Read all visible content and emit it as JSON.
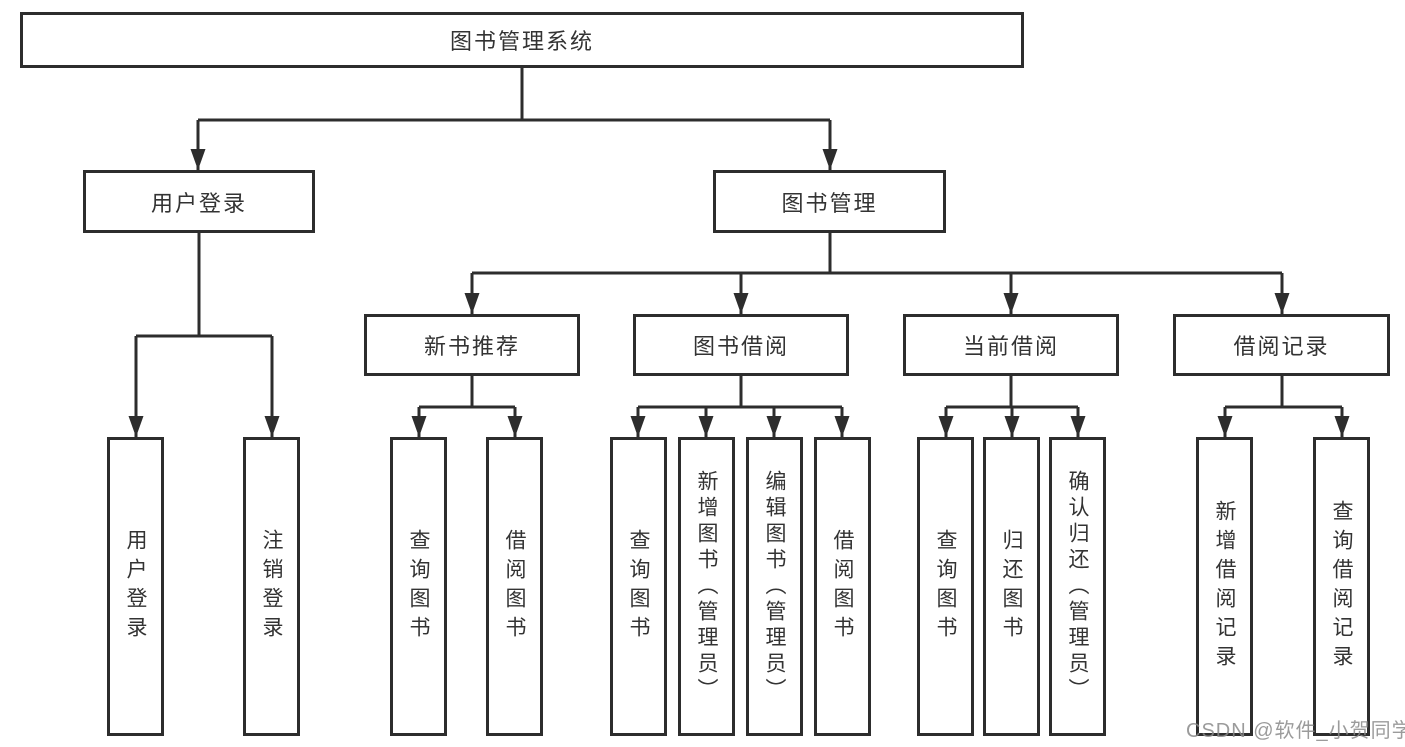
{
  "tree": {
    "root": {
      "label": "图书管理系统"
    },
    "children": {
      "user_login": {
        "label": "用户登录",
        "children": [
          {
            "label": "用户登录"
          },
          {
            "label": "注销登录"
          }
        ]
      },
      "book_management": {
        "label": "图书管理",
        "children": {
          "new_book_recommend": {
            "label": "新书推荐",
            "children": [
              {
                "label": "查询图书"
              },
              {
                "label": "借阅图书"
              }
            ]
          },
          "book_borrowing": {
            "label": "图书借阅",
            "children": [
              {
                "label": "查询图书"
              },
              {
                "label": "新增图书（管理员）"
              },
              {
                "label": "编辑图书（管理员）"
              },
              {
                "label": "借阅图书"
              }
            ]
          },
          "current_borrowing": {
            "label": "当前借阅",
            "children": [
              {
                "label": "查询图书"
              },
              {
                "label": "归还图书"
              },
              {
                "label": "确认归还（管理员）"
              }
            ]
          },
          "borrowing_records": {
            "label": "借阅记录",
            "children": [
              {
                "label": "新增借阅记录"
              },
              {
                "label": "查询借阅记录"
              }
            ]
          }
        }
      }
    }
  },
  "watermark": {
    "text": "CSDN @软件_小贺同学"
  },
  "colors": {
    "line": "#2d2d2d",
    "text": "#333333",
    "box_background": "#ffffff",
    "watermark": "#8a8a8a",
    "background": "#ffffff"
  }
}
